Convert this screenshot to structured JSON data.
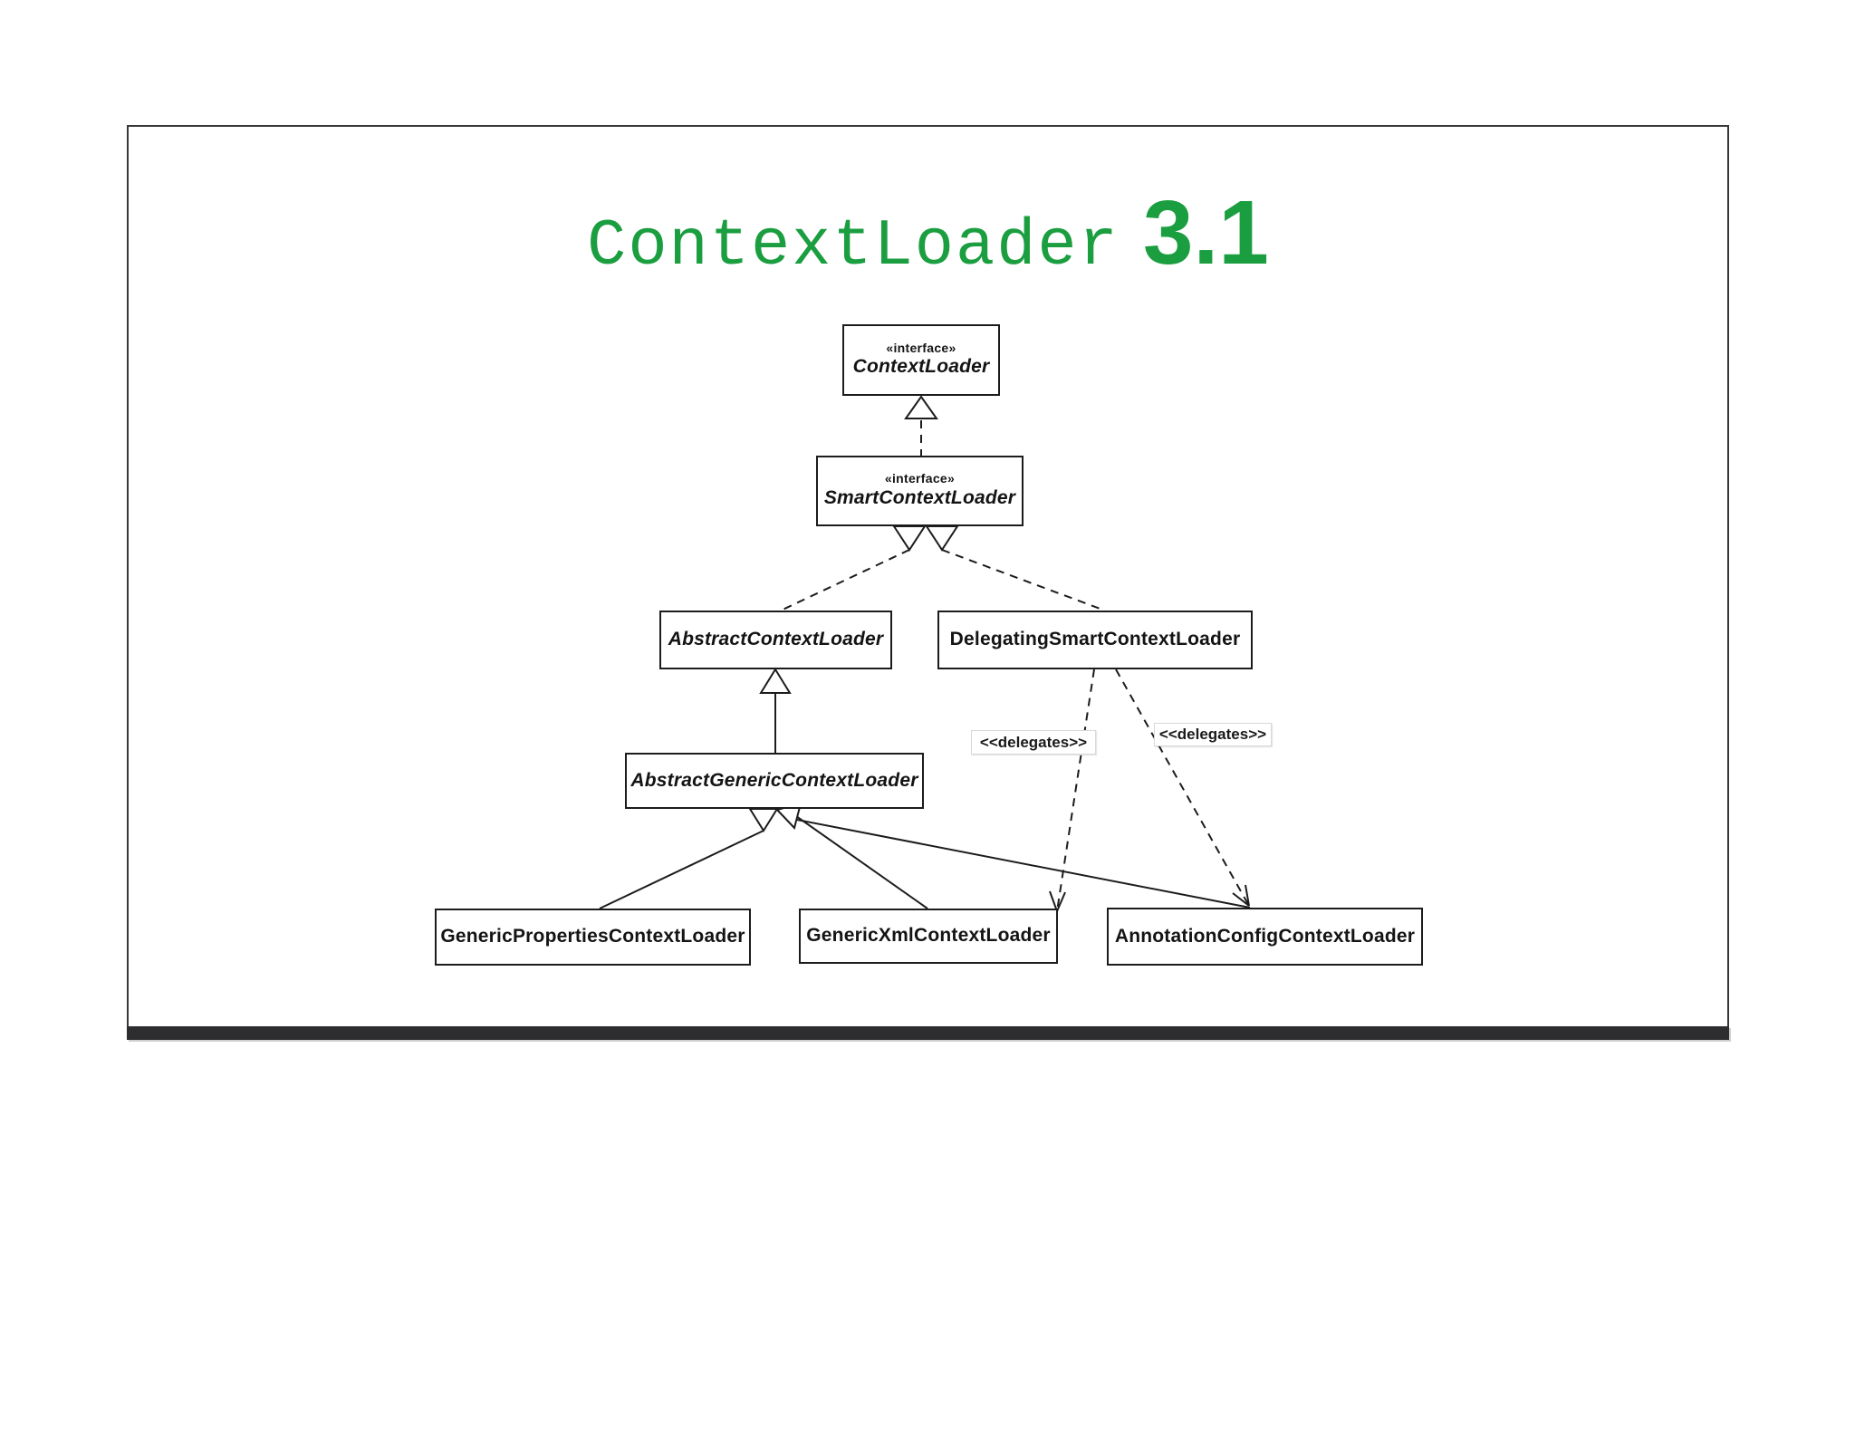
{
  "colors": {
    "title-green": "#1b9e40",
    "line": "#1c1c1c",
    "bar": "#2d2d2f"
  },
  "slide": {
    "title": {
      "main": "ContextLoader",
      "version": "3.1"
    },
    "diagram": {
      "nodes": [
        {
          "stereotype": "«interface»",
          "name": "ContextLoader"
        },
        {
          "stereotype": "«interface»",
          "name": "SmartContextLoader"
        },
        {
          "name": "AbstractContextLoader"
        },
        {
          "name": "DelegatingSmartContextLoader"
        },
        {
          "name": "AbstractGenericContextLoader"
        },
        {
          "name": "GenericPropertiesContextLoader"
        },
        {
          "name": "GenericXmlContextLoader"
        },
        {
          "name": "AnnotationConfigContextLoader"
        }
      ],
      "edge_labels": [
        {
          "text": "<<delegates>>"
        },
        {
          "text": "<<delegates>>"
        }
      ]
    }
  }
}
